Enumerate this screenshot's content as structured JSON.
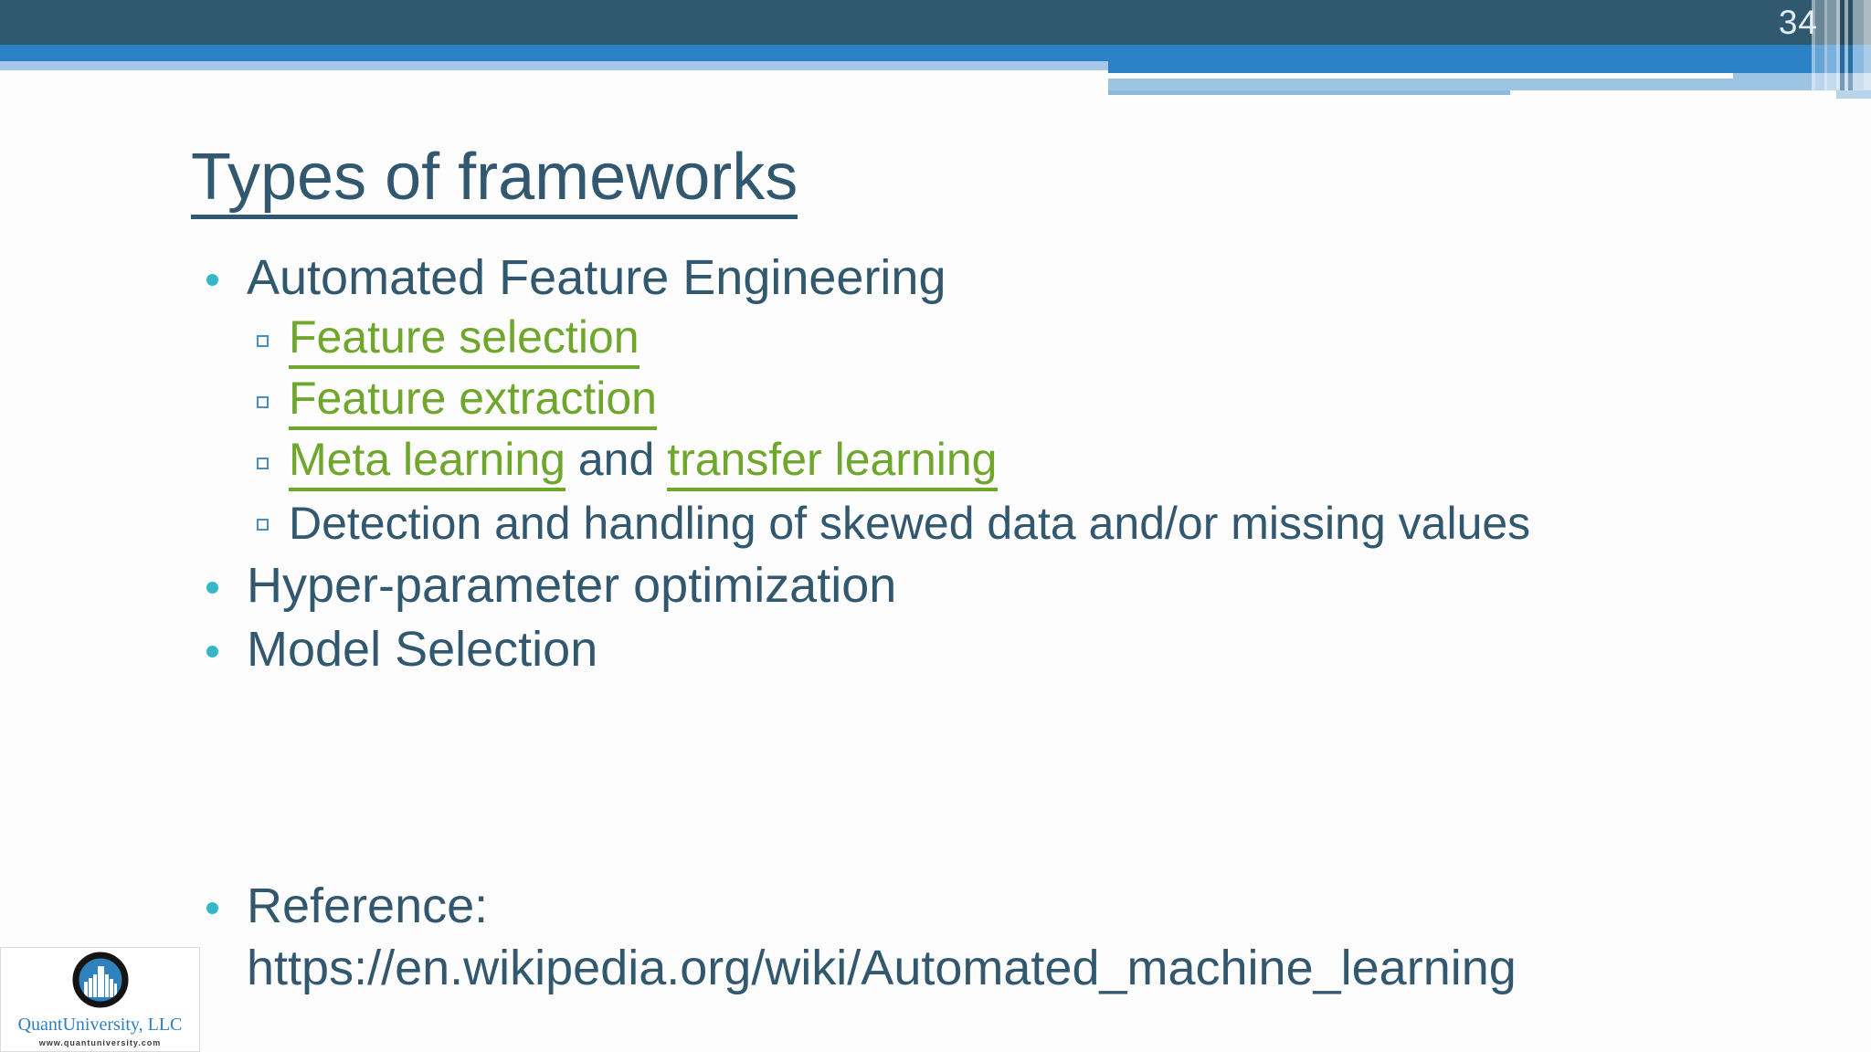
{
  "slide": {
    "page_number": "34",
    "title": "Types of frameworks",
    "colors": {
      "header_dark": "#30586F",
      "header_blue": "#2B81C5",
      "stripe_light": "#A6C8E6",
      "heading_text": "#2E5874",
      "body_text": "#31586F",
      "link_green": "#6FA62C",
      "bullet_teal": "#35B7C8",
      "square_bullet_blue": "#4A8DC0"
    }
  },
  "list": {
    "item1": "Automated Feature Engineering",
    "sub1": "Feature selection",
    "sub2": "Feature extraction",
    "sub3_link1": "Meta learning",
    "sub3_mid": " and ",
    "sub3_link2": "transfer learning",
    "sub4": "Detection and handling of skewed data and/or missing values",
    "item2": "Hyper-parameter optimization",
    "item3": "Model Selection",
    "ref_label": "Reference:",
    "ref_url": "https://en.wikipedia.org/wiki/Automated_machine_learning"
  },
  "logo": {
    "company": "QuantUniversity, LLC",
    "website": "www.quantuniversity.com"
  }
}
